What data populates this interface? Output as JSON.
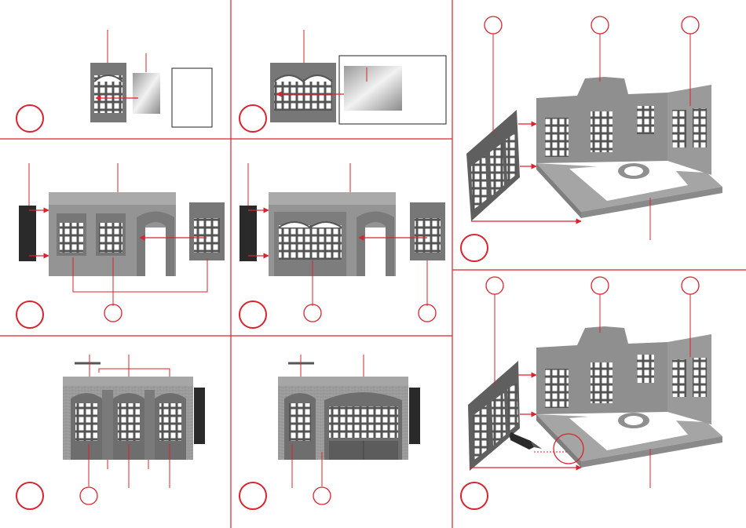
{
  "colors": {
    "accent_red": "#d9232e",
    "wall_gray": "#8f8f8f",
    "wall_light": "#a8a8a8",
    "wall_dark": "#6b6b6b",
    "window_frame": "#555555",
    "glass": "#ffffff",
    "brick": "#9a9a9a",
    "dark_panel": "#2a2a2a",
    "background": "#ffffff"
  },
  "panels": [
    {
      "id": "p1",
      "step_number": ""
    },
    {
      "id": "p2",
      "step_number": ""
    },
    {
      "id": "p3",
      "step_number": ""
    },
    {
      "id": "p4",
      "step_number": ""
    },
    {
      "id": "p5",
      "step_number": ""
    },
    {
      "id": "p6",
      "step_number": ""
    },
    {
      "id": "p7",
      "step_number": ""
    },
    {
      "id": "p8",
      "step_number": ""
    }
  ],
  "icons": [
    "glue-tube-icon",
    "arrow-icon",
    "callout-circle-icon"
  ]
}
